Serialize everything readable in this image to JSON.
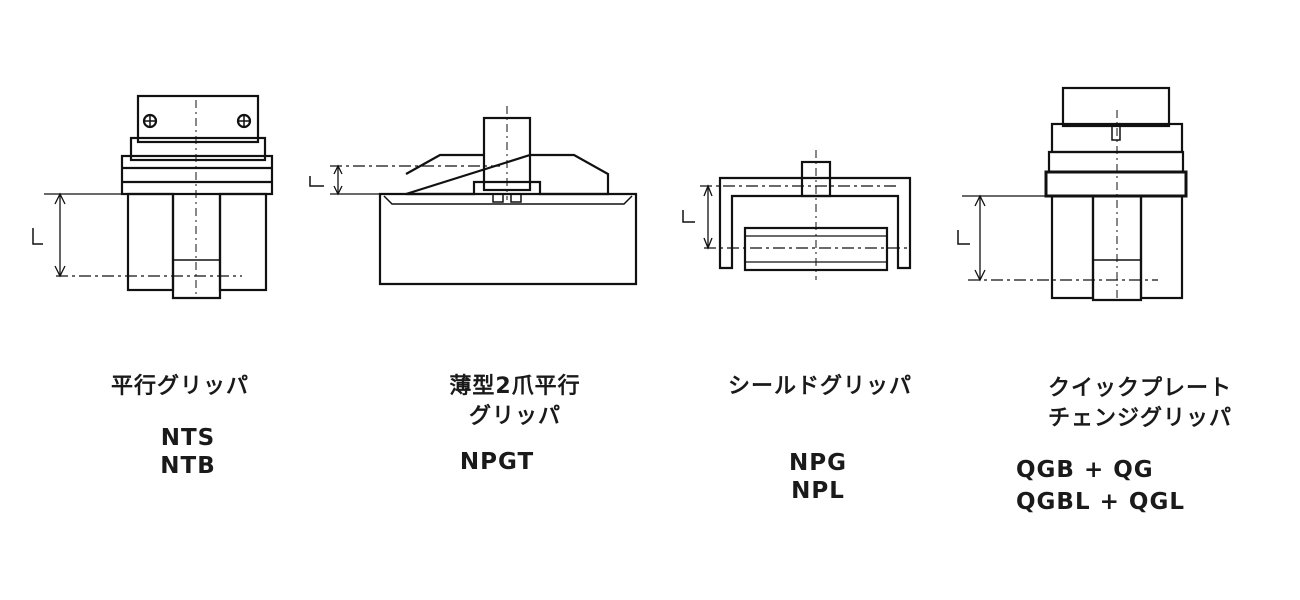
{
  "dimension_label": "L",
  "grippers": [
    {
      "name_lines": [
        "平行グリッパ"
      ],
      "models": [
        "NTS",
        "NTB"
      ]
    },
    {
      "name_lines": [
        "薄型2爪平行",
        "グリッパ"
      ],
      "models": [
        "NPGT"
      ]
    },
    {
      "name_lines": [
        "シールドグリッパ"
      ],
      "models": [
        "NPG",
        "NPL"
      ]
    },
    {
      "name_lines": [
        "クイックプレート",
        "チェンジグリッパ"
      ],
      "models": [
        "QGB + QG",
        "QGBL + QGL"
      ]
    }
  ]
}
